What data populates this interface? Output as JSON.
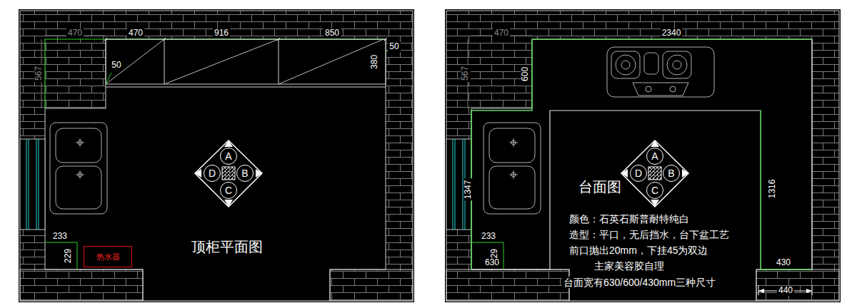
{
  "diagram": {
    "nodes": [
      {
        "text": [
          "A"
        ]
      },
      {
        "text": [
          "D"
        ]
      },
      {
        "text": [
          "B"
        ]
      },
      {
        "text": [
          "C"
        ]
      },
      {
        "text": [
          "热水器"
        ]
      },
      {
        "text": [
          "A"
        ]
      },
      {
        "text": [
          "D"
        ]
      },
      {
        "text": [
          "B"
        ]
      },
      {
        "text": [
          "C"
        ]
      }
    ],
    "labels": [
      "470",
      "470",
      "916",
      "850",
      "50",
      "380",
      "50",
      "567",
      "顶柜平面图",
      "233",
      "229",
      "470",
      "2340",
      "600",
      "567",
      "1347",
      "台面图",
      "1316",
      "颜色：石英石斯普耐特纯白",
      "造型：平口，无后挡水，台下盆工艺",
      "前口抛出20mm，下挂45为双边",
      "主家美容胶自理",
      "台面宽有630/600/430mm三种尺寸",
      "233",
      "229",
      "630",
      "430",
      "440"
    ]
  }
}
